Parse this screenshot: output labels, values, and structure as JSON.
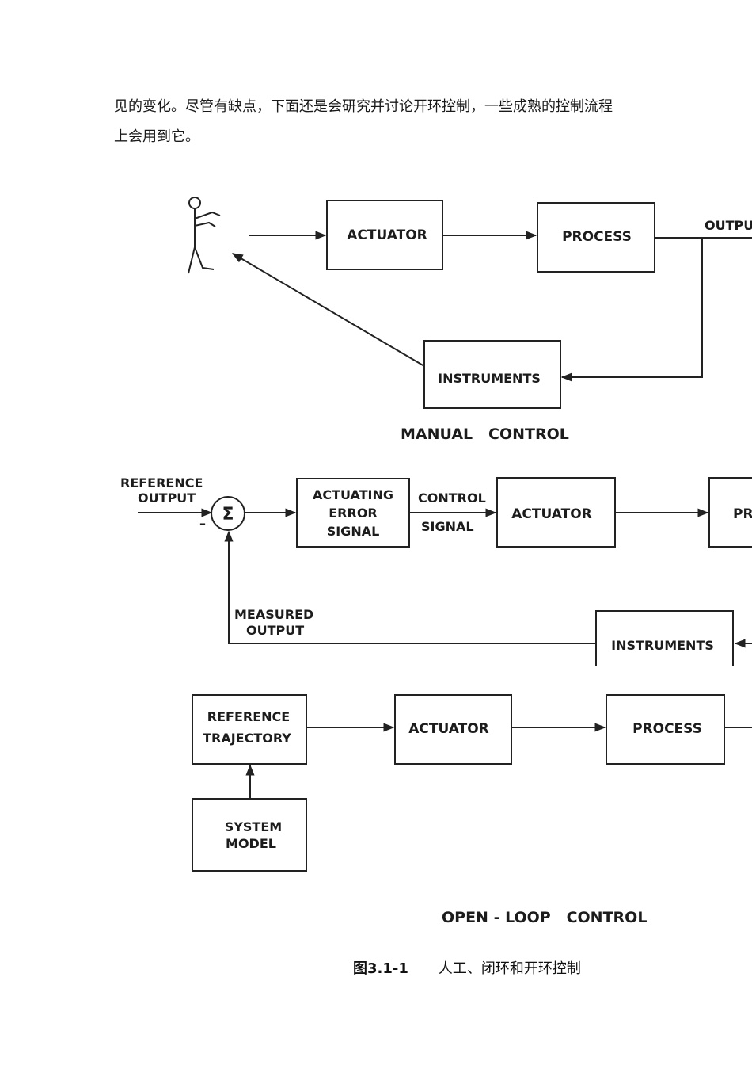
{
  "paragraph": {
    "line1": "见的变化。尽管有缺点，下面还是会研究并讨论开环控制，一些成熟的控制流程",
    "line2": "上会用到它。"
  },
  "manual": {
    "actuator": "ACTUATOR",
    "process": "PROCESS",
    "output": "OUTPU",
    "instruments": "INSTRUMENTS",
    "title": "MANUAL   CONTROL"
  },
  "closed": {
    "reference_line1": "REFERENCE",
    "reference_line2": "OUTPUT",
    "minus": "–",
    "sigma": "Σ",
    "error_line1": "ACTUATING",
    "error_line2": "ERROR",
    "error_line3": "SIGNAL",
    "control_line1": "CONTROL",
    "control_line2": "SIGNAL",
    "actuator": "ACTUATOR",
    "process_partial": "PR",
    "measured_line1": "MEASURED",
    "measured_line2": "OUTPUT",
    "instruments": "INSTRUMENTS"
  },
  "open": {
    "reference_line1": "REFERENCE",
    "reference_line2": "TRAJECTORY",
    "actuator": "ACTUATOR",
    "process": "PROCESS",
    "model_line1": "SYSTEM",
    "model_line2": "MODEL",
    "title": "OPEN - LOOP   CONTROL"
  },
  "caption": {
    "number": "图3.1-1",
    "text": "人工、闭环和开环控制"
  }
}
